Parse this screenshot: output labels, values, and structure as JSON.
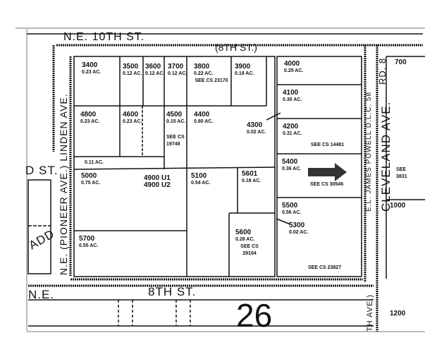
{
  "streets": {
    "top": "N.E. 10TH ST.",
    "top_alt": "(8TH ST.)",
    "bottom": "8TH ST.",
    "bottom_ne": "N.E.",
    "left": "N.E. (PIONEER AVE.) LINDEN AVE.",
    "right": "CLEVELAND AVE.",
    "right_alt": "RD. 8",
    "right_lower": "TH AVE.)",
    "easement": "E.L. JAMES POWELL D.L.C. 58",
    "left_st": "D ST.",
    "left_add": "ADD"
  },
  "section_number": "26",
  "lots": [
    {
      "id": "3400",
      "acres": "0.23 AC."
    },
    {
      "id": "3500",
      "acres": "0.12 AC."
    },
    {
      "id": "3600",
      "acres": "0.12 AC."
    },
    {
      "id": "3700",
      "acres": "0.12 AC."
    },
    {
      "id": "3800",
      "acres": "0.22 AC.",
      "note": "SEE CS 23170"
    },
    {
      "id": "3900",
      "acres": "0.18 AC."
    },
    {
      "id": "4800",
      "acres": "0.23 AC."
    },
    {
      "id": "4600",
      "acres": "0.23 AC."
    },
    {
      "id": "4500",
      "acres": "0.15 AC.",
      "note": "SEE CS 19748"
    },
    {
      "id": "4400",
      "acres": "0.80 AC."
    },
    {
      "id": "4300",
      "acres": "0.02 AC."
    },
    {
      "id": "",
      "acres": "0.11 AC."
    },
    {
      "id": "5000",
      "acres": "0.75 AC."
    },
    {
      "id": "4900 U1",
      "acres": "4900 U2"
    },
    {
      "id": "5100",
      "acres": "0.54 AC."
    },
    {
      "id": "5601",
      "acres": "0.18 AC."
    },
    {
      "id": "5600",
      "acres": "0.28 AC.",
      "note": "SEE CS 29104"
    },
    {
      "id": "5700",
      "acres": "0.55 AC."
    },
    {
      "id": "4000",
      "acres": "0.25 AC."
    },
    {
      "id": "4100",
      "acres": "0.30 AC."
    },
    {
      "id": "4200",
      "acres": "0.31 AC.",
      "note": "SEE CS 14481"
    },
    {
      "id": "5400",
      "acres": "0.36 AC.",
      "note": "SEE CS 30546"
    },
    {
      "id": "5500",
      "acres": "0.56 AC."
    },
    {
      "id": "5300",
      "acres": "0.02 AC.",
      "note": "SEE CS 23827"
    }
  ],
  "adjacent_lots": [
    "700",
    "1000",
    "1200",
    "SEE 3831"
  ],
  "highlight": {
    "type": "arrow",
    "color": "#333333"
  }
}
